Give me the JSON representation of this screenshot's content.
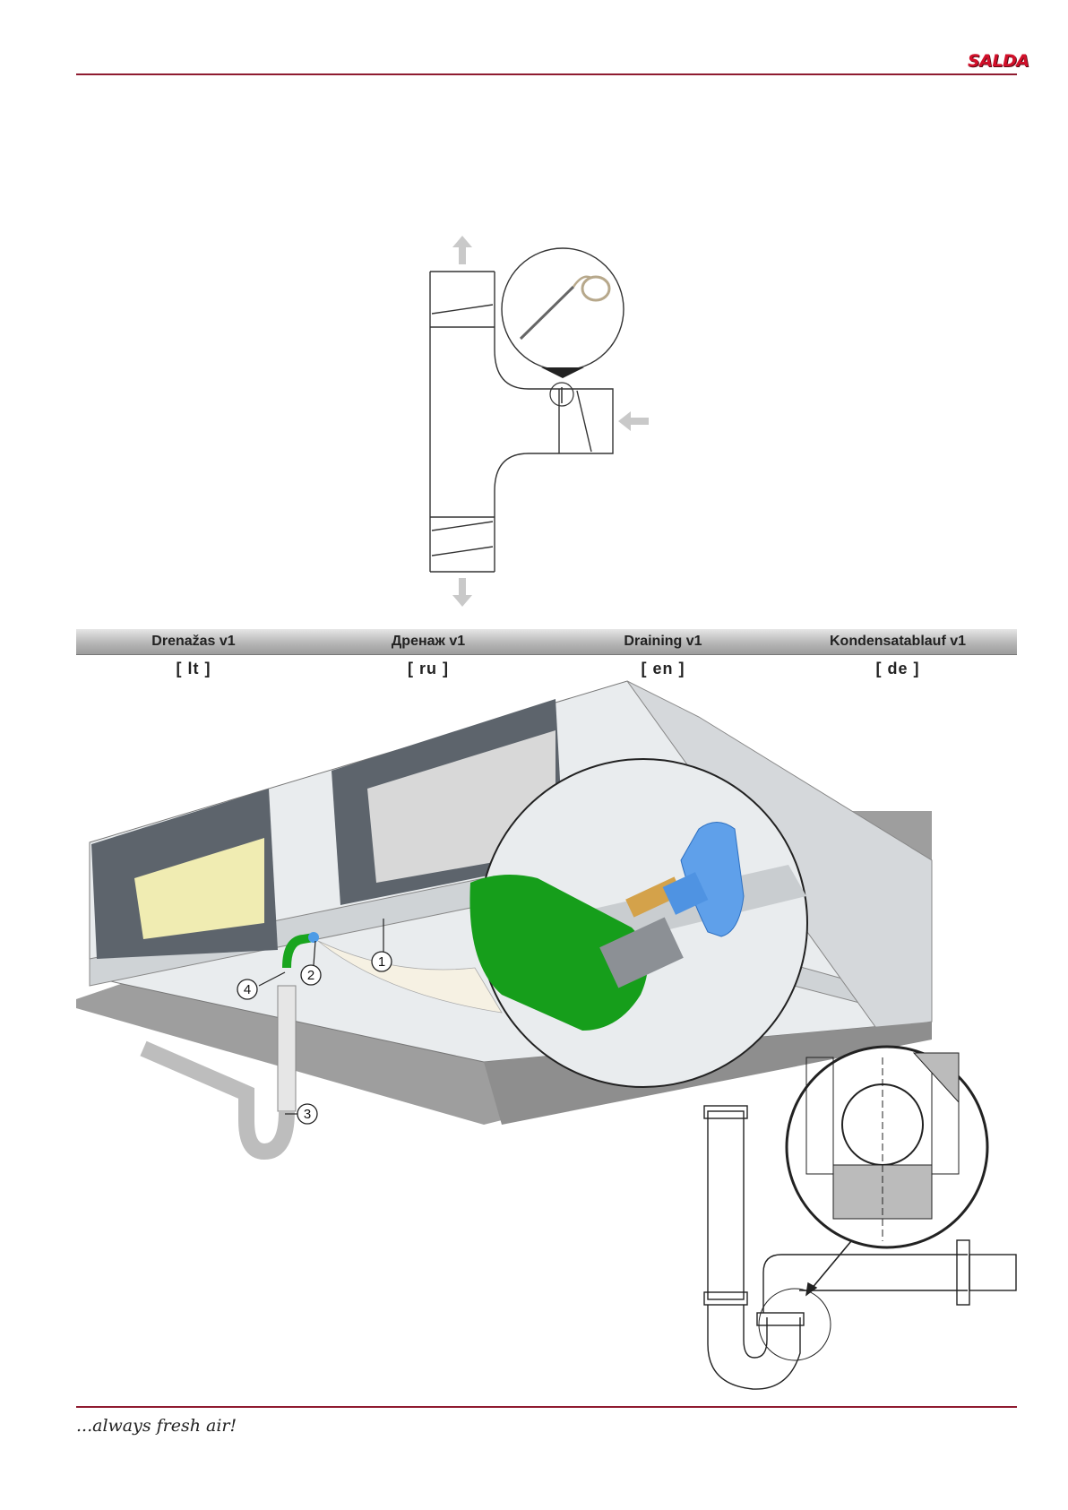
{
  "header": {
    "brand": "SALDA"
  },
  "language_bar": {
    "columns": [
      {
        "title": "Drenažas v1",
        "code": "[ lt ]"
      },
      {
        "title": "Дренаж v1",
        "code": "[ ru ]"
      },
      {
        "title": "Draining v1",
        "code": "[ en ]"
      },
      {
        "title": "Kondensatablauf v1",
        "code": "[ de ]"
      }
    ]
  },
  "callouts": [
    "1",
    "2",
    "3",
    "4"
  ],
  "footer": {
    "slogan": "...always fresh air!"
  }
}
